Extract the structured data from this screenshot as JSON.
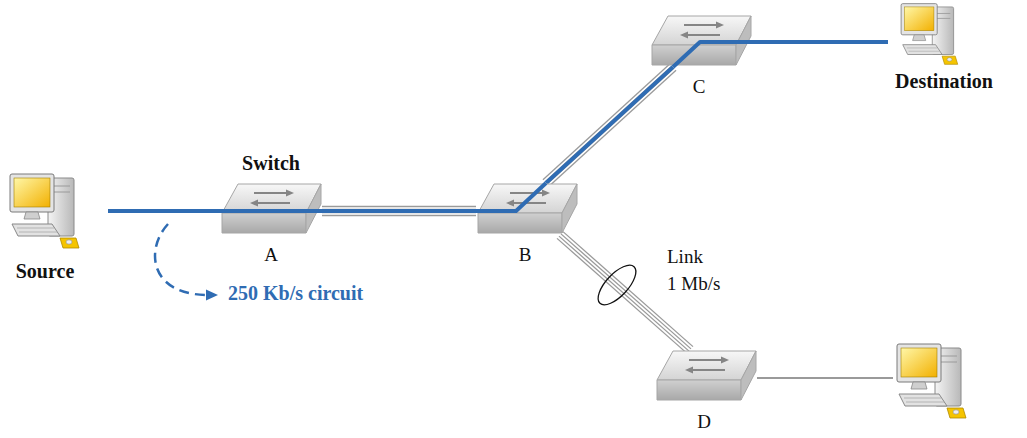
{
  "diagram": {
    "nodes": [
      {
        "text": [
          "Source"
        ]
      },
      {
        "text": [
          "Switch",
          "A"
        ]
      },
      {
        "text": [
          "B"
        ]
      },
      {
        "text": [
          "C"
        ]
      },
      {
        "text": [
          "Destination"
        ]
      },
      {
        "text": [
          "D"
        ]
      }
    ],
    "edges": [
      {
        "from": 0,
        "to": 1,
        "arrow": "none"
      },
      {
        "from": 1,
        "to": 2,
        "arrow": "none"
      },
      {
        "from": 2,
        "to": 3,
        "arrow": "none"
      },
      {
        "from": 3,
        "to": 4,
        "arrow": "none"
      },
      {
        "from": 2,
        "to": 5,
        "arrow": "none"
      }
    ],
    "labels": [
      "250 Kb/s circuit",
      "Link",
      "1 Mb/s"
    ]
  }
}
